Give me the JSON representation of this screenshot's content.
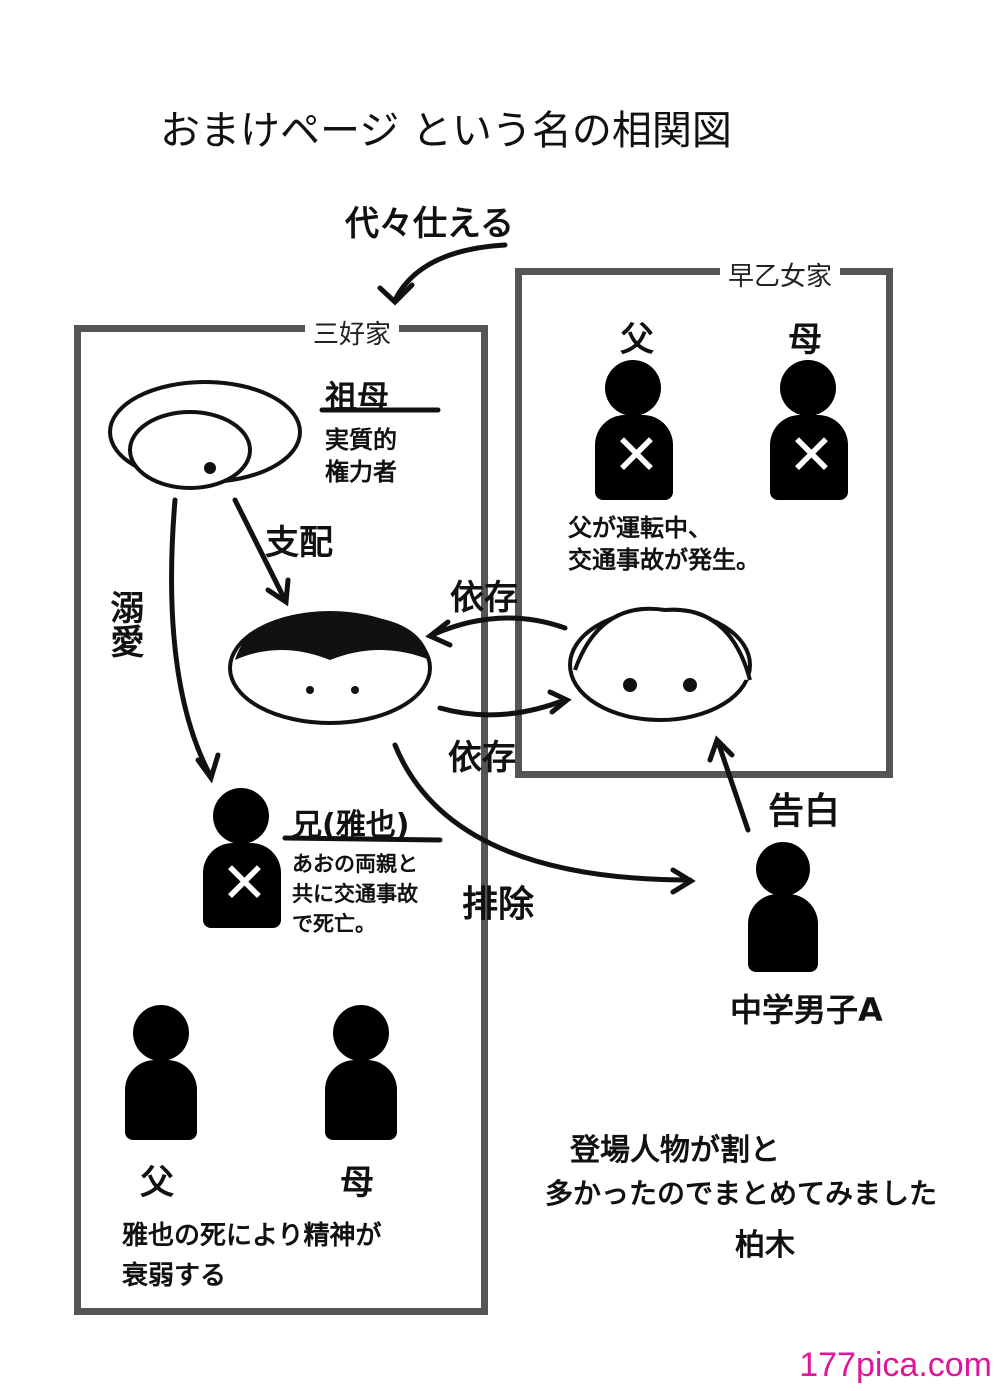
{
  "title": "おまけページ という名の相関図",
  "top_relation": "代々仕える",
  "saotome": {
    "label": "早乙女家",
    "father": "父",
    "mother": "母",
    "note_line1": "父が運転中、",
    "note_line2": "交通事故が発生。"
  },
  "miyoshi": {
    "label": "三好家",
    "grandmother": "祖母",
    "grandmother_note_line1": "実質的",
    "grandmother_note_line2": "権力者",
    "brother": "兄(雅也)",
    "brother_note_line1": "あおの両親と",
    "brother_note_line2": "共に交通事故",
    "brother_note_line3": "で死亡。",
    "father": "父",
    "mother": "母",
    "parents_note_line1": "雅也の死により精神が",
    "parents_note_line2": "衰弱する"
  },
  "relations": {
    "domination": "支配",
    "doting": "溺愛",
    "dependence_top": "依存",
    "dependence_bottom": "依存",
    "exclusion": "排除",
    "confession": "告白"
  },
  "boy": "中学男子A",
  "author_note_line1": "登場人物が割と",
  "author_note_line2": "多かったのでまとめてみました",
  "author": "柏木",
  "watermark": "177pica.com"
}
